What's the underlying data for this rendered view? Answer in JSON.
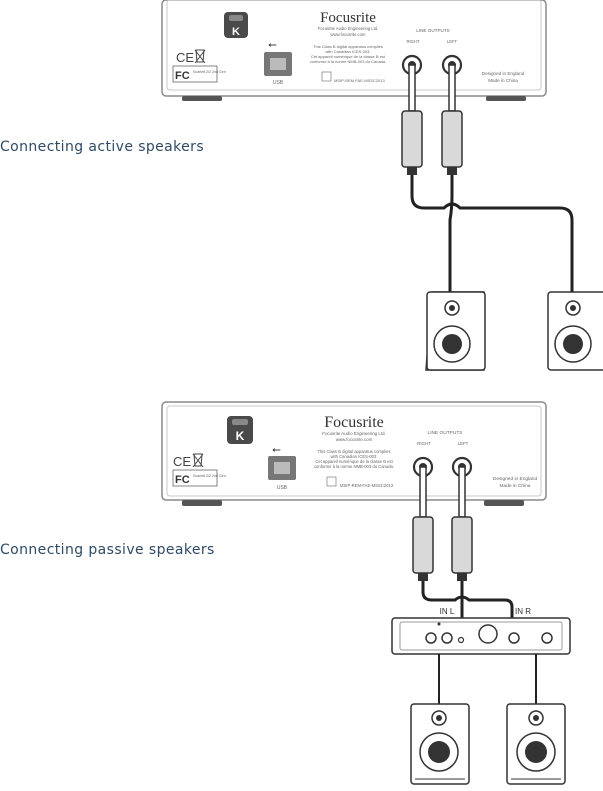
{
  "sections": [
    {
      "caption": "Connecting active speakers",
      "interface": {
        "brand": "Focusrite",
        "company": "Focusrite Audio Engineering Ltd.",
        "url": "www.focusrite.com",
        "fcc_text_1": "This Class B digital apparatus complies",
        "fcc_text_2": "with Canadian ICES-003.",
        "fcc_text_3": "Cet appareil numérique de la classe B est",
        "fcc_text_4": "conforme à la norme NMB-003 du Canada.",
        "korean_code": "MSIP-REM-FAE-MSSC2013",
        "outputs_title": "LINE OUTPUTS",
        "right_label": "RIGHT",
        "left_label": "LEFT",
        "origin_1": "Designed in England",
        "origin_2": "Made in China",
        "usb_label": "USB",
        "fcc_compliance": "Scarlett 2i2 2nd Gen",
        "lock_letter": "K"
      }
    },
    {
      "caption": "Connecting passive speakers",
      "interface": {
        "brand": "Focusrite",
        "company": "Focusrite Audio Engineering Ltd.",
        "url": "www.focusrite.com",
        "fcc_text_1": "This Class B digital apparatus complies",
        "fcc_text_2": "with Canadian ICES-003.",
        "fcc_text_3": "Cet appareil numérique de la classe B est",
        "fcc_text_4": "conforme à la norme NMB-003 du Canada.",
        "korean_code": "MSIP-REM-FAE-MSSC2013",
        "outputs_title": "LINE OUTPUTS",
        "right_label": "RIGHT",
        "left_label": "LEFT",
        "origin_1": "Designed in England",
        "origin_2": "Made in China",
        "usb_label": "USB",
        "fcc_compliance": "Scarlett 2i2 2nd Gen",
        "lock_letter": "K"
      },
      "amplifier": {
        "in_l_label": "IN L",
        "in_r_label": "IN R"
      }
    }
  ]
}
